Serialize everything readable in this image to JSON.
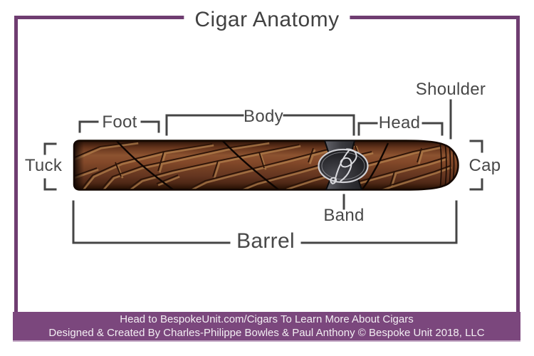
{
  "title": "Cigar Anatomy",
  "diagram": {
    "labels": {
      "tuck": "Tuck",
      "foot": "Foot",
      "body": "Body",
      "head": "Head",
      "shoulder": "Shoulder",
      "cap": "Cap",
      "band": "Band",
      "barrel": "Barrel"
    }
  },
  "footer": {
    "line1": "Head to BespokeUnit.com/Cigars To Learn More About Cigars",
    "line2": "Designed & Created By Charles-Philippe Bowles & Paul Anthony © Bespoke Unit 2018, LLC"
  },
  "icons": {
    "band_monogram": "script-monogram"
  },
  "colors": {
    "frame_purple": "#6f3d71",
    "footer_purple": "#7b477d",
    "footer_text": "#f3eef3",
    "title_gray": "#414141",
    "label_gray": "#484848",
    "bracket_gray": "#454545",
    "cigar_highlight": "#8c5330",
    "cigar_mid": "#744024",
    "cigar_dark": "#3f1e0f",
    "vein_dark": "#2c1408",
    "vein_tan": "#b5834e",
    "band_gray": "#3a3a3f",
    "medallion_silver": "#d6d6da"
  }
}
